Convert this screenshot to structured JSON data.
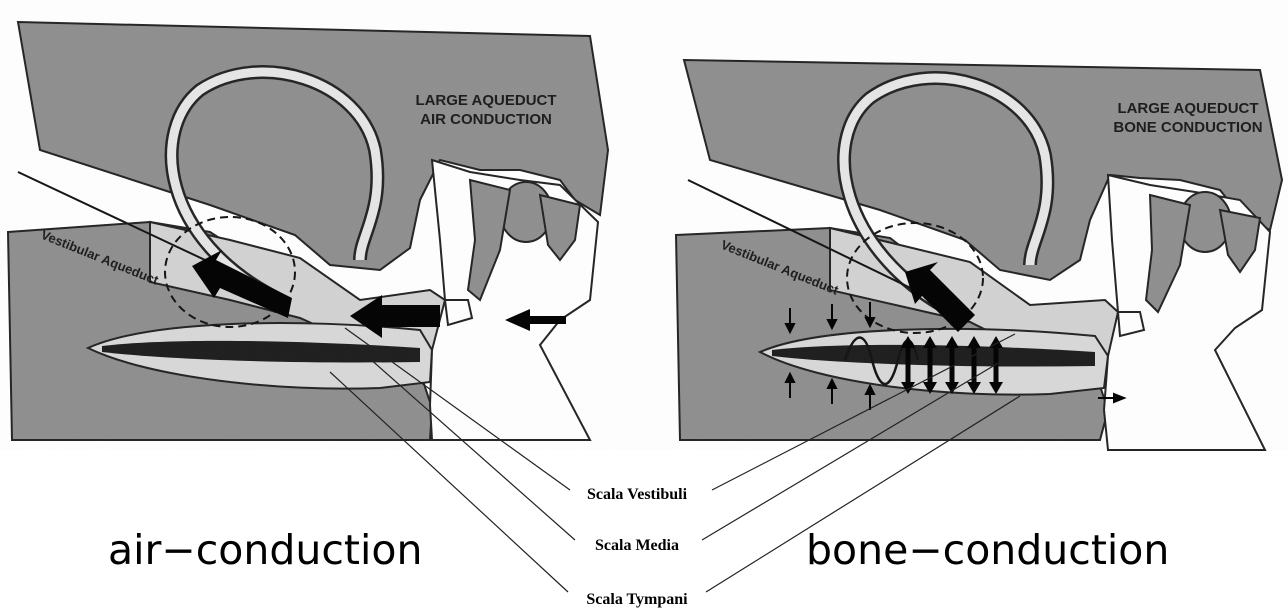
{
  "left_panel": {
    "title_line1": "LARGE AQUEDUCT",
    "title_line2": "AIR CONDUCTION",
    "duct_label": "Vestibular Aqueduct",
    "caption": "air−conduction"
  },
  "right_panel": {
    "title_line1": "LARGE AQUEDUCT",
    "title_line2": "BONE CONDUCTION",
    "duct_label": "Vestibular Aqueduct",
    "caption": "bone−conduction"
  },
  "labels": {
    "scala_vestibuli": "Scala Vestibuli",
    "scala_media": "Scala Media",
    "scala_tympani": "Scala Tympani"
  },
  "colors": {
    "bone_gray": "#8c8c8c",
    "fluid_light": "#d4d4d4",
    "membrane_dark": "#1c1c1c",
    "arrow": "#000000"
  }
}
